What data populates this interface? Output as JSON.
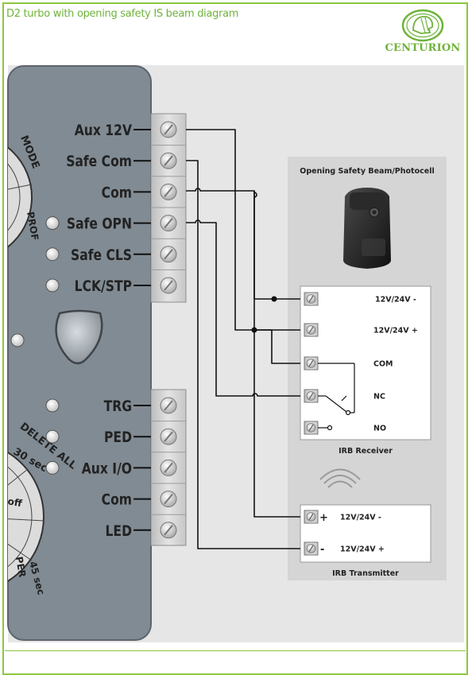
{
  "title": "D2 turbo with opening safety IS beam diagram",
  "logo": {
    "brand": "CENTURION"
  },
  "colors": {
    "accent": "#8cc63f",
    "panel": "#818b93",
    "background": "#e6e6e6",
    "wire": "#111111"
  },
  "controller": {
    "terminals_top": [
      "Aux 12V",
      "Safe Com",
      "Com",
      "Safe OPN",
      "Safe CLS",
      "LCK/STP"
    ],
    "terminals_bottom": [
      "TRG",
      "PED",
      "Aux I/O",
      "Com",
      "LED"
    ],
    "dial_top_text": [
      "MODE",
      "PROF"
    ],
    "dial_bottom_text": [
      "DELETE ALL",
      "30 sec",
      "off",
      "45 sec",
      "PER"
    ]
  },
  "beam": {
    "title": "Opening Safety Beam/Photocell",
    "receiver": {
      "label": "IRB Receiver",
      "terminals": [
        "12V/24V -",
        "12V/24V +",
        "COM",
        "NC",
        "NO"
      ]
    },
    "transmitter": {
      "label": "IRB Transmitter",
      "terminals": [
        "12V/24V -",
        "12V/24V +"
      ],
      "symbols": [
        "+",
        "-"
      ]
    }
  }
}
